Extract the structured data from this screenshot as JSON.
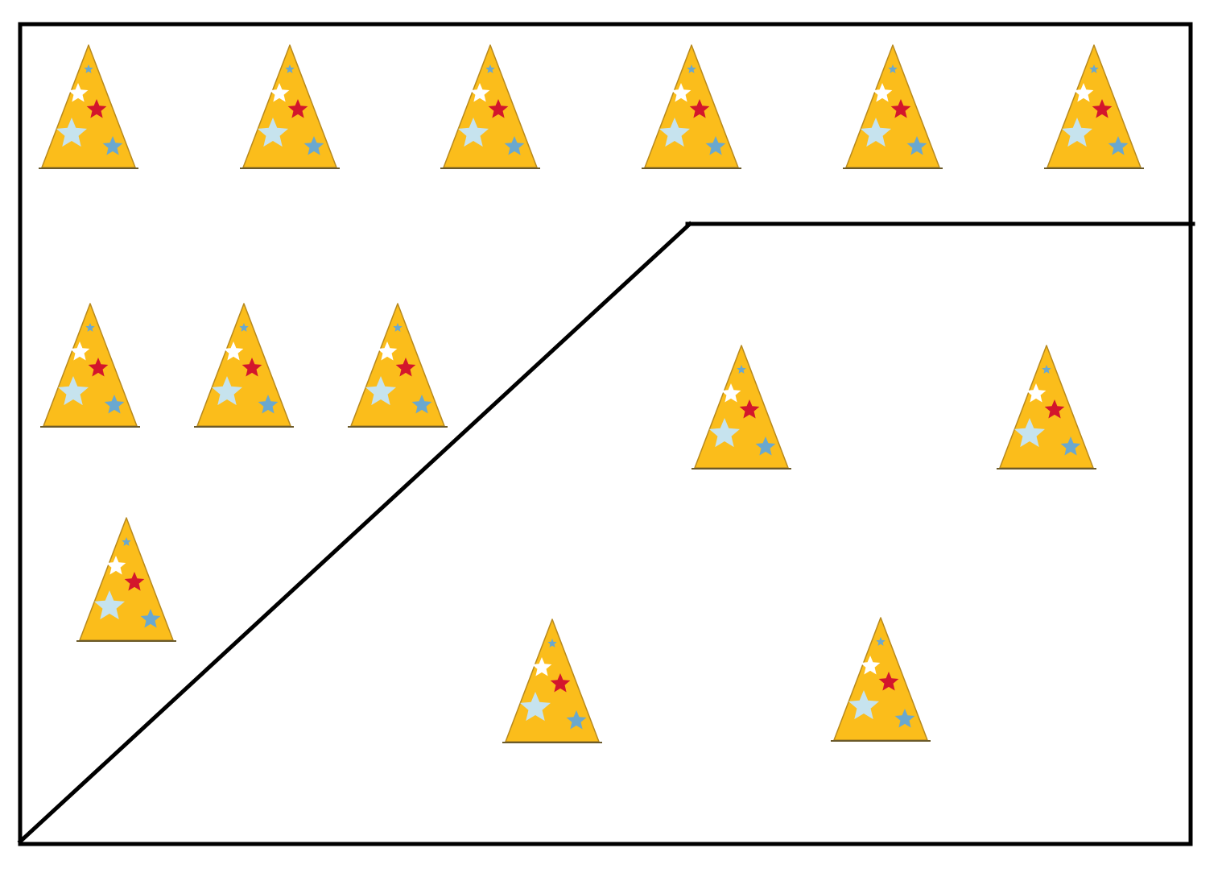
{
  "figure": {
    "kind": "sorting-diagram",
    "background_color": "#ffffff",
    "line_color": "#000000",
    "item": {
      "icon": "party-hat-icon",
      "hat_color": "#fbbd1b",
      "hat_outline_color": "#b7891e",
      "star_colors": {
        "tip_star": "#6aa8cf",
        "white_star": "#ffffff",
        "red_star": "#d3162c",
        "pale_blue_star": "#c6e3ee",
        "blue_star": "#6aa8cf"
      }
    },
    "regions": [
      {
        "name": "top-region",
        "count": 6
      },
      {
        "name": "left-region",
        "count": 4
      },
      {
        "name": "right-region",
        "count": 4
      }
    ],
    "total_count": 14
  }
}
